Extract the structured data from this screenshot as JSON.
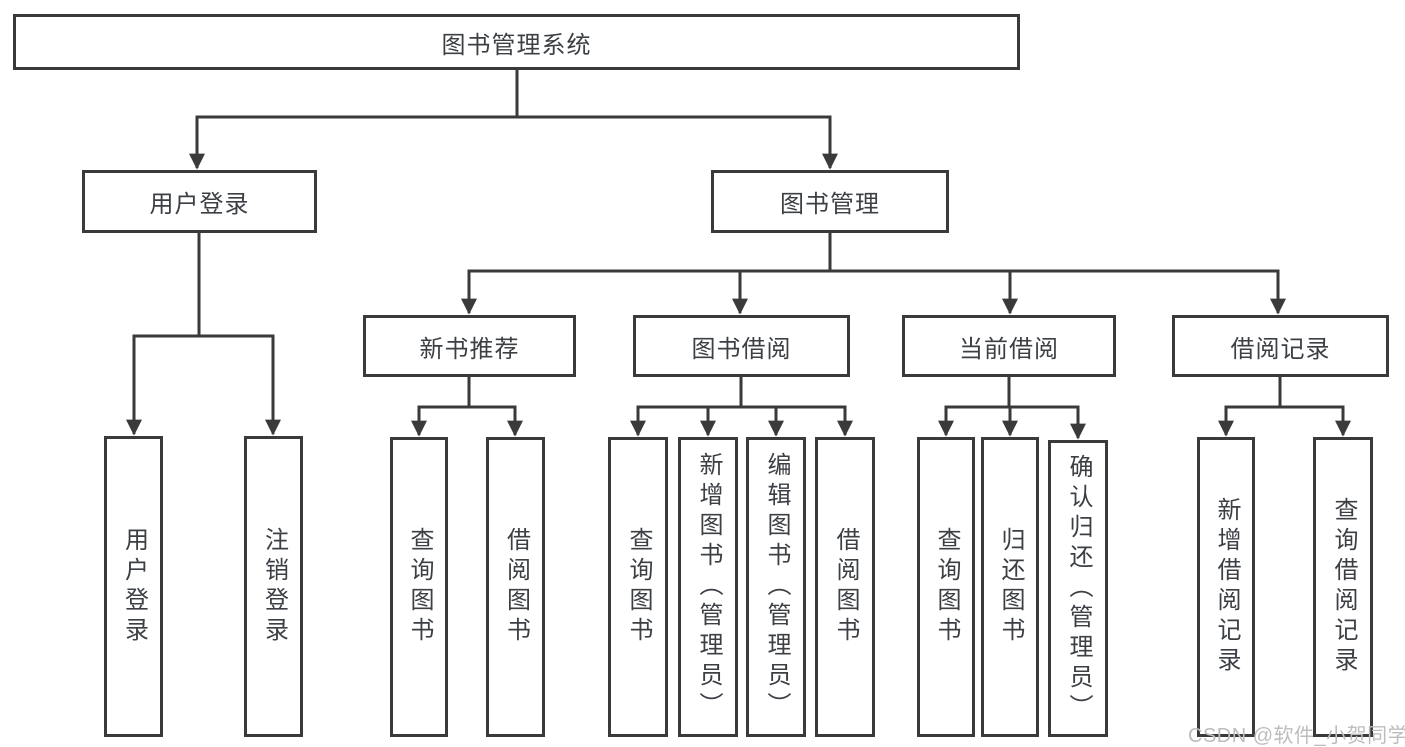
{
  "colors": {
    "line": "#3a3a3a",
    "text": "#3c4045",
    "box_background": "#ffffff",
    "watermark": "#bdbdbd"
  },
  "watermark": {
    "text": "CSDN @软件_小贺同学"
  },
  "tree": {
    "root": {
      "label": "图书管理系统",
      "children": [
        {
          "label": "用户登录",
          "children": [
            {
              "label": "用户登录"
            },
            {
              "label": "注销登录"
            }
          ]
        },
        {
          "label": "图书管理",
          "children": [
            {
              "label": "新书推荐",
              "children": [
                {
                  "label": "查询图书"
                },
                {
                  "label": "借阅图书"
                }
              ]
            },
            {
              "label": "图书借阅",
              "children": [
                {
                  "label": "查询图书"
                },
                {
                  "label": "新增图书（管理员）"
                },
                {
                  "label": "编辑图书（管理员）"
                },
                {
                  "label": "借阅图书"
                }
              ]
            },
            {
              "label": "当前借阅",
              "children": [
                {
                  "label": "查询图书"
                },
                {
                  "label": "归还图书"
                },
                {
                  "label": "确认归还（管理员）"
                }
              ]
            },
            {
              "label": "借阅记录",
              "children": [
                {
                  "label": "新增借阅记录"
                },
                {
                  "label": "查询借阅记录"
                }
              ]
            }
          ]
        }
      ]
    }
  }
}
